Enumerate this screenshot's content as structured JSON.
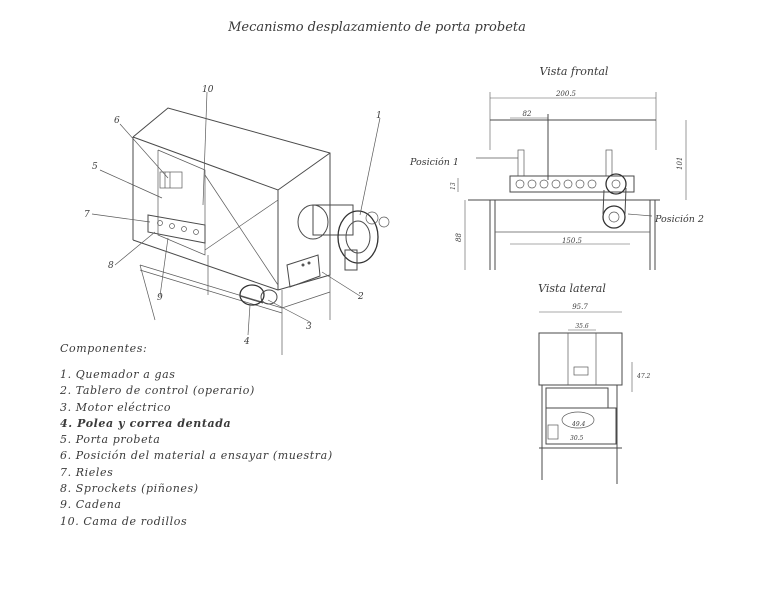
{
  "title": "Mecanismo desplazamiento de porta probeta",
  "views": {
    "front": {
      "title": "Vista frontal",
      "labels": {
        "pos1": "Posición 1",
        "pos2": "Posición 2"
      },
      "dims": {
        "total_width": "200.5",
        "d82": "82",
        "d101": "101",
        "d13": "13",
        "d88": "88",
        "d150": "150.5"
      }
    },
    "side": {
      "title": "Vista lateral",
      "dims": {
        "d95": "95.7",
        "d35": "35.6",
        "d47": "47.2",
        "d49": "49.4",
        "d30": "30.5"
      }
    }
  },
  "iso_callouts": [
    "10",
    "1",
    "6",
    "5",
    "7",
    "8",
    "9",
    "4",
    "3",
    "2"
  ],
  "components": {
    "heading": "Componentes:",
    "items": [
      {
        "text": "1. Quemador a gas",
        "bold": false
      },
      {
        "text": "2. Tablero de control (operario)",
        "bold": false
      },
      {
        "text": "3. Motor eléctrico",
        "bold": false
      },
      {
        "text": "4. Polea y correa dentada",
        "bold": true
      },
      {
        "text": "5. Porta probeta",
        "bold": false
      },
      {
        "text": "6. Posición del material a ensayar (muestra)",
        "bold": false
      },
      {
        "text": "7. Rieles",
        "bold": false
      },
      {
        "text": "8. Sprockets (piñones)",
        "bold": false
      },
      {
        "text": "9. Cadena",
        "bold": false
      },
      {
        "text": "10. Cama de rodillos",
        "bold": false
      }
    ]
  }
}
